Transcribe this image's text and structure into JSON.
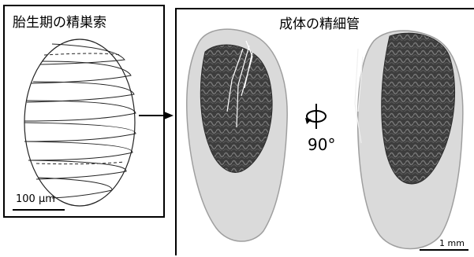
{
  "left_panel": {
    "title": "胎生期の精巣索",
    "scale_label": "100 μm"
  },
  "right_panel": {
    "title": "成体の精細管",
    "rotation_label": "90°",
    "scale_label": "1 mm"
  },
  "icons": [
    "rotation-arrow-icon",
    "right-arrow-icon"
  ]
}
